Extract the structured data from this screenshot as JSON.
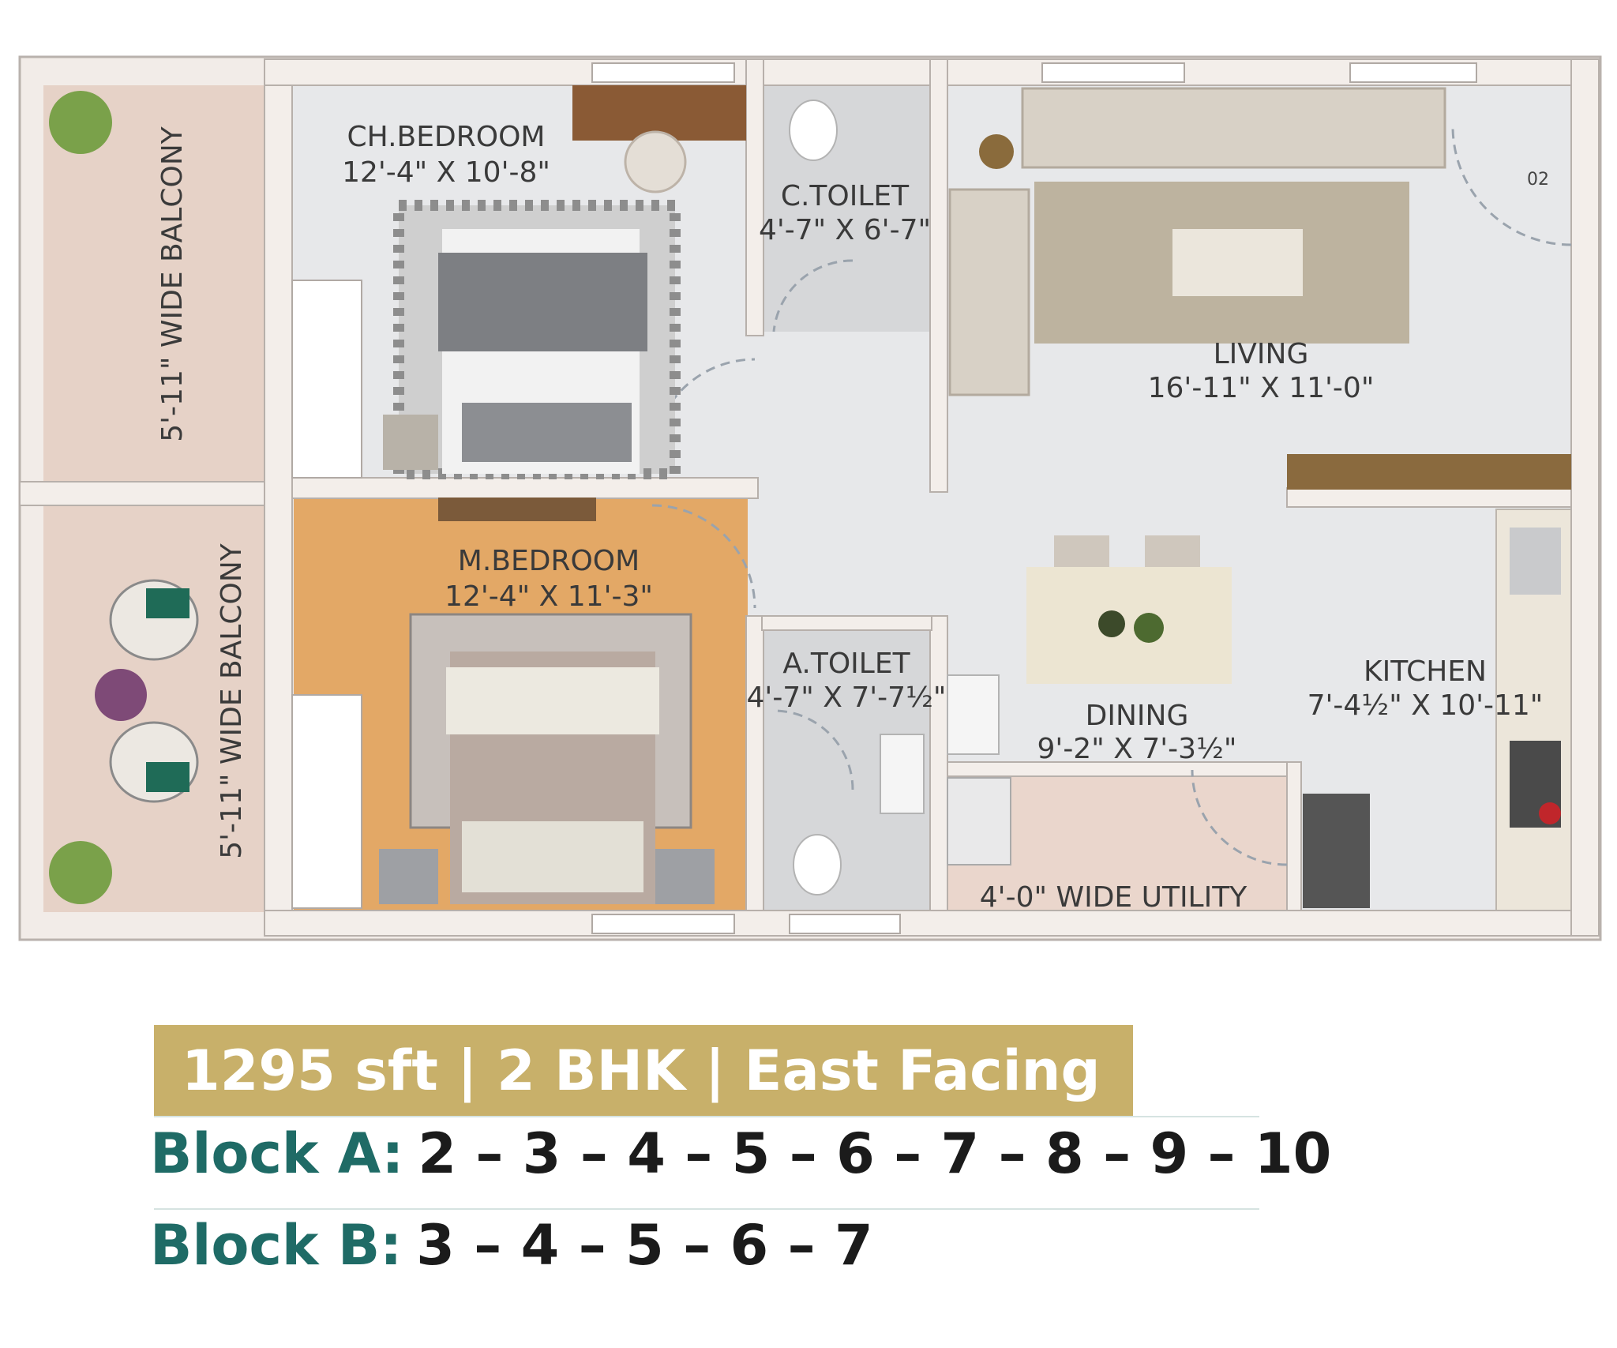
{
  "rooms": {
    "ch_bedroom": {
      "name": "CH.BEDROOM",
      "size": "12'-4\" X 10'-8\""
    },
    "c_toilet": {
      "name": "C.TOILET",
      "size": "4'-7\" X 6'-7\""
    },
    "living": {
      "name": "LIVING",
      "size": "16'-11\" X 11'-0\""
    },
    "m_bedroom": {
      "name": "M.BEDROOM",
      "size": "12'-4\" X 11'-3\""
    },
    "a_toilet": {
      "name": "A.TOILET",
      "size": "4'-7\" X 7'-7½\""
    },
    "dining": {
      "name": "DINING",
      "size": "9'-2\" X 7'-3½\""
    },
    "kitchen": {
      "name": "KITCHEN",
      "size": "7'-4½\" X 10'-11\""
    },
    "balcony_top": {
      "name": "5'-11\" WIDE BALCONY"
    },
    "balcony_bottom": {
      "name": "5'-11\" WIDE BALCONY"
    },
    "utility": {
      "name": "4'-0\" WIDE UTILITY"
    },
    "door_tag": "02"
  },
  "summary": "1295 sft | 2 BHK | East Facing",
  "blocks": [
    {
      "label": "Block A:",
      "floors": "2 – 3 – 4 – 5 – 6 – 7 – 8 – 9 – 10"
    },
    {
      "label": "Block B:",
      "floors": "3 – 4 – 5 – 6 – 7"
    }
  ],
  "colors": {
    "banner": "#c8b06a",
    "block_label": "#1f6b66",
    "floor_text": "#1b1b1b",
    "wall": "#f3eeea",
    "floor": "#e7e8ea",
    "balcony": "#e6d2c7",
    "master_floor": "#e3a866"
  }
}
